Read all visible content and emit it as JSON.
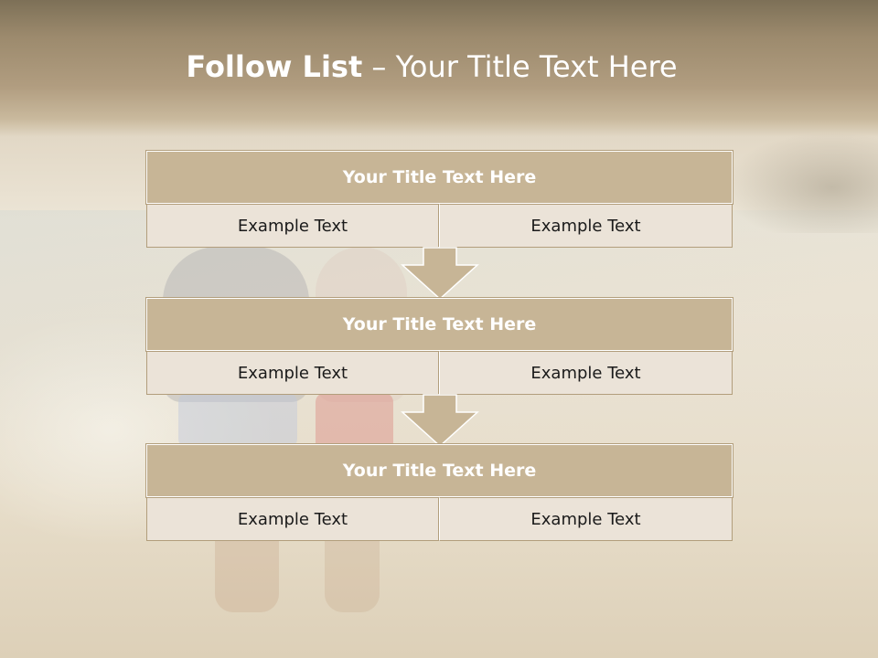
{
  "slide": {
    "title_bold": "Follow List",
    "title_rest": " – Your Title Text Here"
  },
  "blocks": [
    {
      "title": "Your Title Text Here",
      "left": "Example Text",
      "right": "Example Text"
    },
    {
      "title": "Your Title Text Here",
      "left": "Example Text",
      "right": "Example Text"
    },
    {
      "title": "Your Title Text Here",
      "left": "Example Text",
      "right": "Example Text"
    }
  ],
  "colors": {
    "box_fill": "#c7b596",
    "cell_fill": "#ebe3d8",
    "border": "#b29e7c",
    "arrow_fill": "#c7b596"
  }
}
